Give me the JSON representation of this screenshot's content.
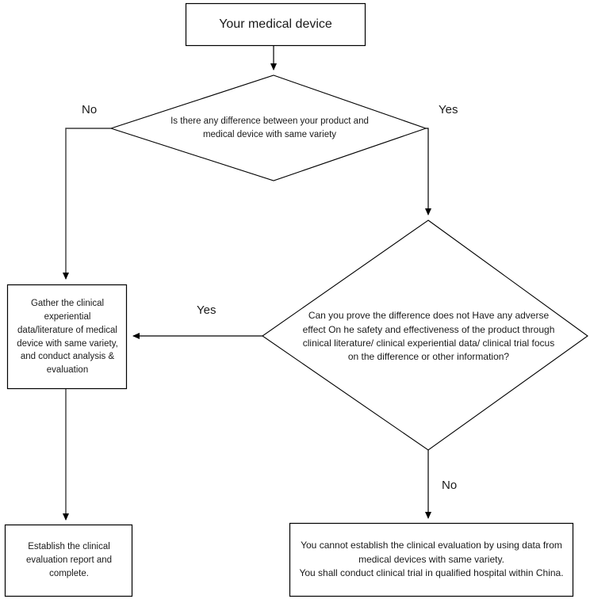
{
  "diagram": {
    "title_node": {
      "id": "start",
      "label": "Your medical device"
    },
    "decisions": [
      {
        "id": "decision-1",
        "label": "Is there any difference between your product and\nmedical device with same variety"
      },
      {
        "id": "decision-2",
        "label": "Can you prove the difference does not Have any adverse\neffect On he safety and effectiveness of the product through\nclinical literature/ clinical experiential data/ clinical trial focus\non the difference or other information?"
      }
    ],
    "processes": [
      {
        "id": "process-gather",
        "label": "Gather the clinical\nexperiential\ndata/literature of medical\ndevice with same variety,\nand conduct analysis &\nevaluation"
      }
    ],
    "terminals": [
      {
        "id": "end-left",
        "label": "Establish the clinical\nevaluation report and\ncomplete."
      },
      {
        "id": "end-right",
        "label": "You cannot establish the clinical evaluation by using data from\nmedical devices with same variety.\nYou shall conduct clinical trial in qualified hospital within China."
      }
    ],
    "edge_labels": {
      "decision1_no": "No",
      "decision1_yes": "Yes",
      "decision2_yes": "Yes",
      "decision2_no": "No"
    },
    "colors": {
      "background": "#ffffff",
      "stroke": "#000000",
      "connector": "#3b3b3b",
      "text": "#1a1a1a"
    }
  }
}
